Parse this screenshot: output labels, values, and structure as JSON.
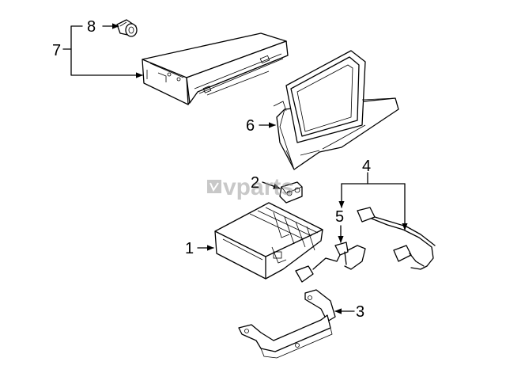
{
  "watermark": "vparts",
  "callouts": {
    "c1": "1",
    "c2": "2",
    "c3": "3",
    "c4": "4",
    "c5": "5",
    "c6": "6",
    "c7": "7",
    "c8": "8"
  }
}
